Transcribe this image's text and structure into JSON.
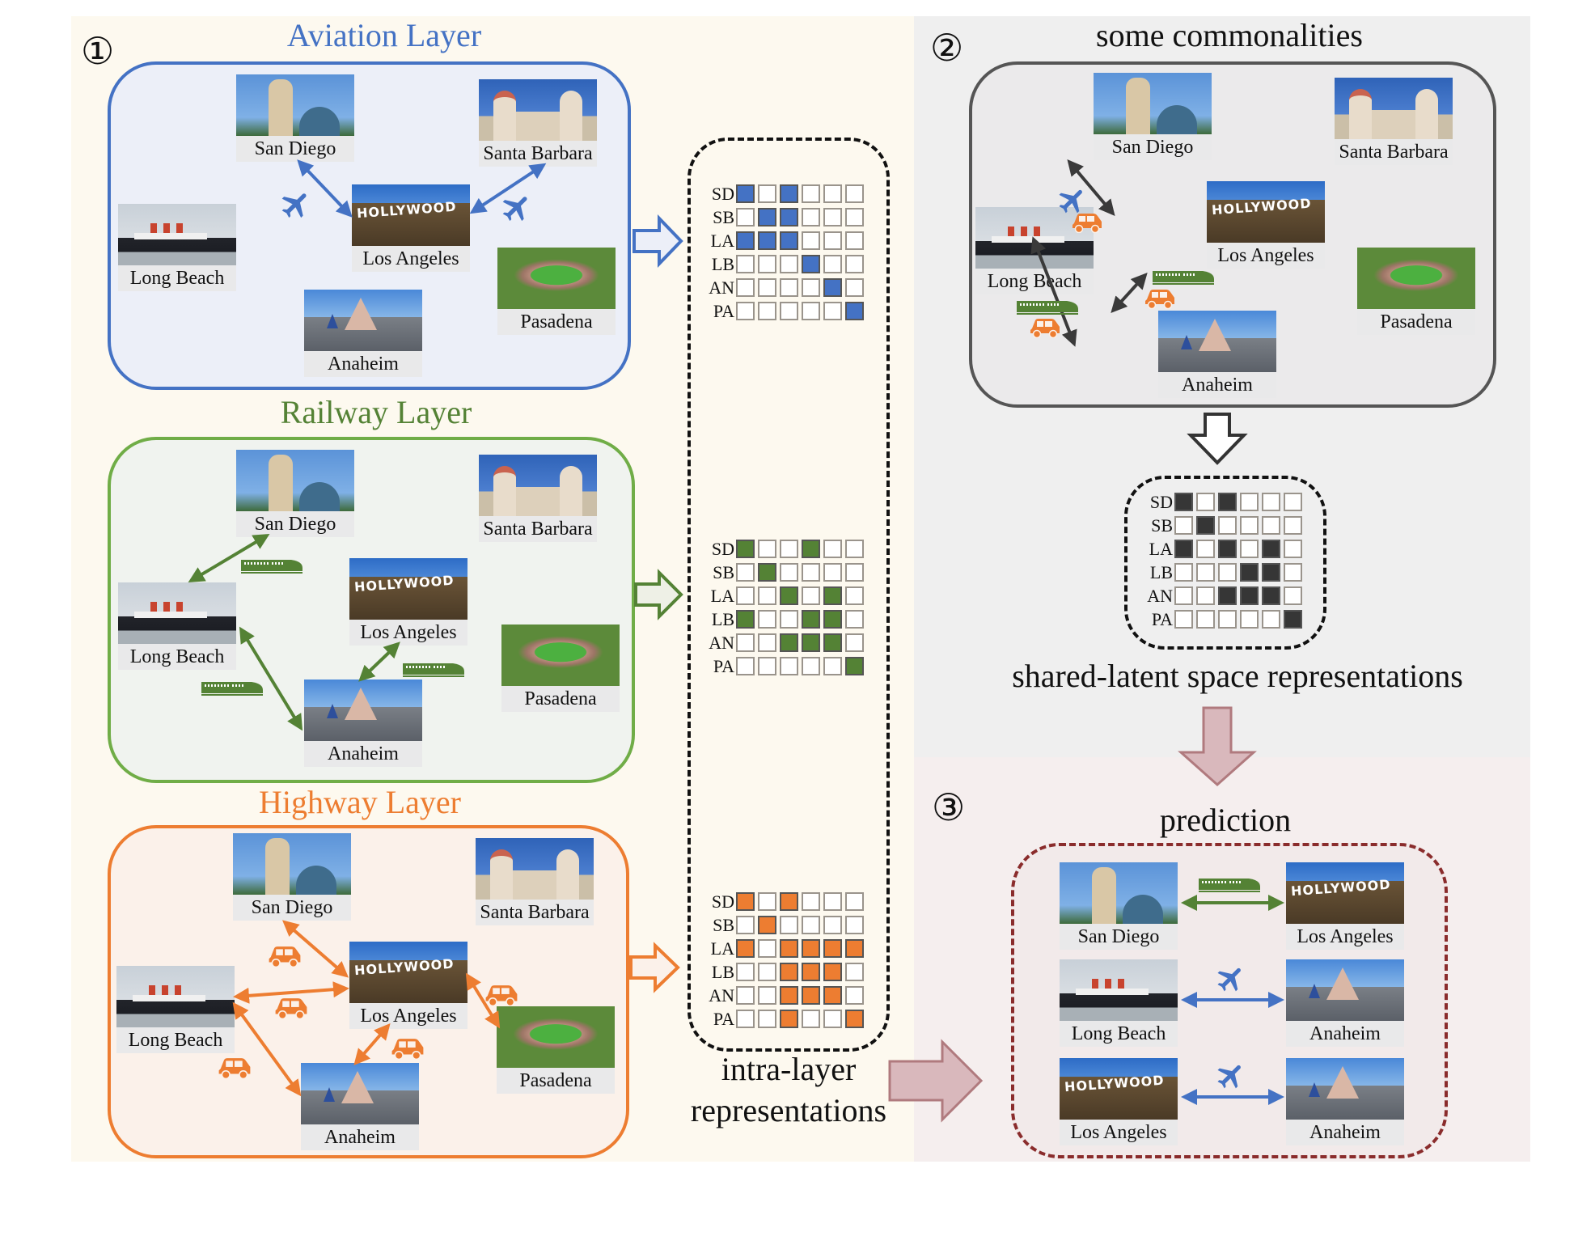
{
  "colors": {
    "aviation": "#4472c4",
    "railway": "#548235",
    "highway": "#ed7d31",
    "shared": "#333333",
    "prediction_border": "#8a2c2c",
    "pink_arrow": "#d9b8bc"
  },
  "cities": {
    "SD": "San Diego",
    "SB": "Santa Barbara",
    "LA": "Los Angeles",
    "LB": "Long Beach",
    "AN": "Anaheim",
    "PA": "Pasadena"
  },
  "matrix_row_labels": [
    "SD",
    "SB",
    "LA",
    "LB",
    "AN",
    "PA"
  ],
  "section1": {
    "marker": "①",
    "layers": [
      {
        "title": "Aviation Layer",
        "mode_icon": "airplane-icon",
        "edges": [
          [
            "SD",
            "LA"
          ],
          [
            "SB",
            "LA"
          ]
        ],
        "matrix": [
          [
            1,
            0,
            1,
            0,
            0,
            0
          ],
          [
            0,
            1,
            1,
            0,
            0,
            0
          ],
          [
            1,
            1,
            1,
            0,
            0,
            0
          ],
          [
            0,
            0,
            0,
            1,
            0,
            0
          ],
          [
            0,
            0,
            0,
            0,
            1,
            0
          ],
          [
            0,
            0,
            0,
            0,
            0,
            1
          ]
        ]
      },
      {
        "title": "Railway Layer",
        "mode_icon": "train-icon",
        "edges": [
          [
            "SD",
            "LB"
          ],
          [
            "LB",
            "AN"
          ],
          [
            "LA",
            "AN"
          ]
        ],
        "matrix": [
          [
            1,
            0,
            0,
            1,
            0,
            0
          ],
          [
            0,
            1,
            0,
            0,
            0,
            0
          ],
          [
            0,
            0,
            1,
            0,
            1,
            0
          ],
          [
            1,
            0,
            0,
            1,
            1,
            0
          ],
          [
            0,
            0,
            1,
            1,
            1,
            0
          ],
          [
            0,
            0,
            0,
            0,
            0,
            1
          ]
        ]
      },
      {
        "title": "Highway Layer",
        "mode_icon": "car-icon",
        "edges": [
          [
            "SD",
            "LA"
          ],
          [
            "LB",
            "LA"
          ],
          [
            "LA",
            "PA"
          ],
          [
            "LB",
            "AN"
          ],
          [
            "LA",
            "AN"
          ]
        ],
        "matrix": [
          [
            1,
            0,
            1,
            0,
            0,
            0
          ],
          [
            0,
            1,
            0,
            0,
            0,
            0
          ],
          [
            1,
            0,
            1,
            1,
            1,
            1
          ],
          [
            0,
            0,
            1,
            1,
            1,
            0
          ],
          [
            0,
            0,
            1,
            1,
            1,
            0
          ],
          [
            0,
            0,
            1,
            0,
            0,
            1
          ]
        ]
      }
    ],
    "matrices_caption_line1": "intra-layer",
    "matrices_caption_line2": "representations"
  },
  "section2": {
    "marker": "②",
    "title": "some commonalities",
    "edges": [
      {
        "pair": [
          "SD",
          "LA"
        ],
        "modes": [
          "airplane-icon",
          "car-icon"
        ]
      },
      {
        "pair": [
          "LB",
          "AN"
        ],
        "modes": [
          "train-icon",
          "car-icon"
        ]
      },
      {
        "pair": [
          "LA",
          "AN"
        ],
        "modes": [
          "train-icon",
          "car-icon"
        ]
      }
    ],
    "matrix": [
      [
        1,
        0,
        1,
        0,
        0,
        0
      ],
      [
        0,
        1,
        0,
        0,
        0,
        0
      ],
      [
        1,
        0,
        1,
        0,
        1,
        0
      ],
      [
        0,
        0,
        0,
        1,
        1,
        0
      ],
      [
        0,
        0,
        1,
        1,
        1,
        0
      ],
      [
        0,
        0,
        0,
        0,
        0,
        1
      ]
    ],
    "caption": "shared-latent space representations"
  },
  "section3": {
    "marker": "③",
    "title": "prediction",
    "predictions": [
      {
        "from": "San Diego",
        "to": "Los Angeles",
        "mode": "train-icon",
        "layer": "railway"
      },
      {
        "from": "Long Beach",
        "to": "Anaheim",
        "mode": "airplane-icon",
        "layer": "aviation"
      },
      {
        "from": "Los Angeles",
        "to": "Anaheim",
        "mode": "airplane-icon",
        "layer": "aviation"
      }
    ]
  }
}
